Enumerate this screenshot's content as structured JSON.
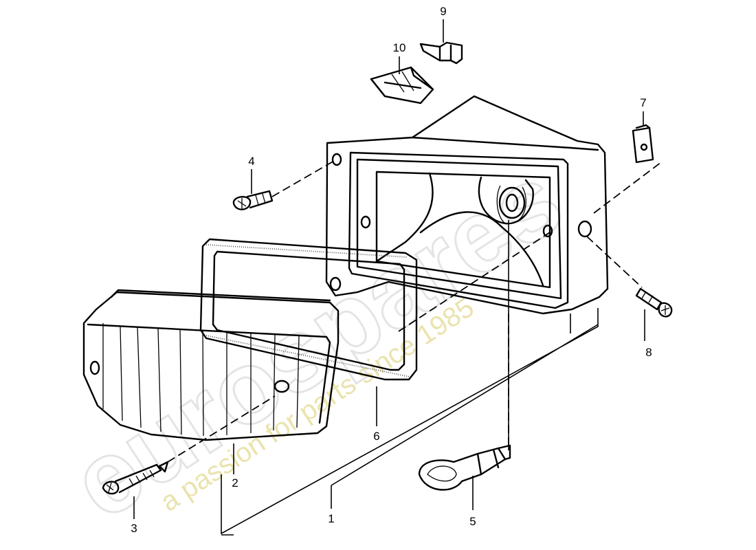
{
  "callouts": [
    {
      "id": "1",
      "label": "1"
    },
    {
      "id": "2",
      "label": "2"
    },
    {
      "id": "3",
      "label": "3"
    },
    {
      "id": "4",
      "label": "4"
    },
    {
      "id": "5",
      "label": "5"
    },
    {
      "id": "6",
      "label": "6"
    },
    {
      "id": "7",
      "label": "7"
    },
    {
      "id": "8",
      "label": "8"
    },
    {
      "id": "9",
      "label": "9"
    },
    {
      "id": "10",
      "label": "10"
    }
  ],
  "watermark": {
    "logo": "eurospares",
    "tagline": "a passion for parts since 1985",
    "color": "#e6dd9a"
  }
}
